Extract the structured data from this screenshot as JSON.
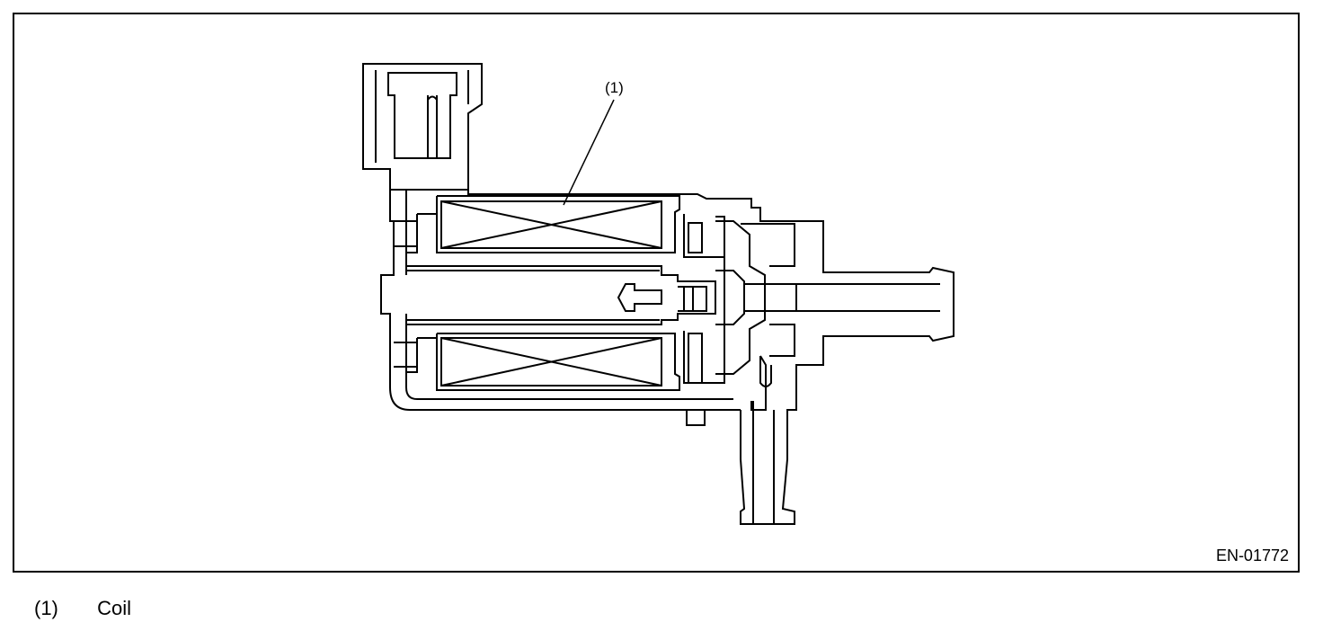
{
  "figure": {
    "code": "EN-01772",
    "callouts": [
      {
        "label": "(1)"
      }
    ]
  },
  "legend": [
    {
      "number": "(1)",
      "text": "Coil"
    }
  ]
}
